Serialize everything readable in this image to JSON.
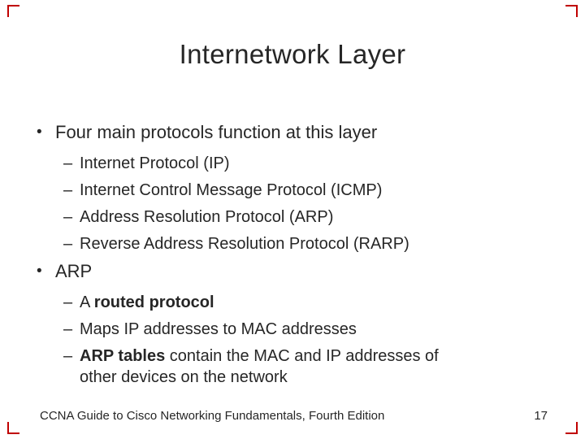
{
  "slide": {
    "title": "Internetwork Layer",
    "accent_color": "#c00000",
    "text_color": "#262626",
    "bullets": [
      {
        "level": 1,
        "marker": "•",
        "segments": [
          {
            "text": "Four main protocols function at this layer",
            "bold": false
          }
        ]
      },
      {
        "level": 2,
        "marker": "–",
        "segments": [
          {
            "text": "Internet Protocol (IP)",
            "bold": false
          }
        ]
      },
      {
        "level": 2,
        "marker": "–",
        "segments": [
          {
            "text": "Internet Control Message Protocol (ICMP)",
            "bold": false
          }
        ]
      },
      {
        "level": 2,
        "marker": "–",
        "segments": [
          {
            "text": "Address Resolution Protocol (ARP)",
            "bold": false
          }
        ]
      },
      {
        "level": 2,
        "marker": "–",
        "segments": [
          {
            "text": "Reverse Address Resolution Protocol (RARP)",
            "bold": false
          }
        ]
      },
      {
        "level": 1,
        "marker": "•",
        "segments": [
          {
            "text": "ARP",
            "bold": false
          }
        ]
      },
      {
        "level": 2,
        "marker": "–",
        "segments": [
          {
            "text": "A ",
            "bold": false
          },
          {
            "text": "routed protocol",
            "bold": true
          }
        ]
      },
      {
        "level": 2,
        "marker": "–",
        "segments": [
          {
            "text": "Maps IP addresses to MAC addresses",
            "bold": false
          }
        ]
      },
      {
        "level": 2,
        "marker": "–",
        "segments": [
          {
            "text": "ARP tables",
            "bold": true
          },
          {
            "text": " contain the MAC and IP addresses of\nother devices on the network",
            "bold": false
          }
        ]
      }
    ],
    "footer": {
      "text": "CCNA Guide to Cisco Networking Fundamentals, Fourth Edition",
      "page_number": "17"
    }
  }
}
